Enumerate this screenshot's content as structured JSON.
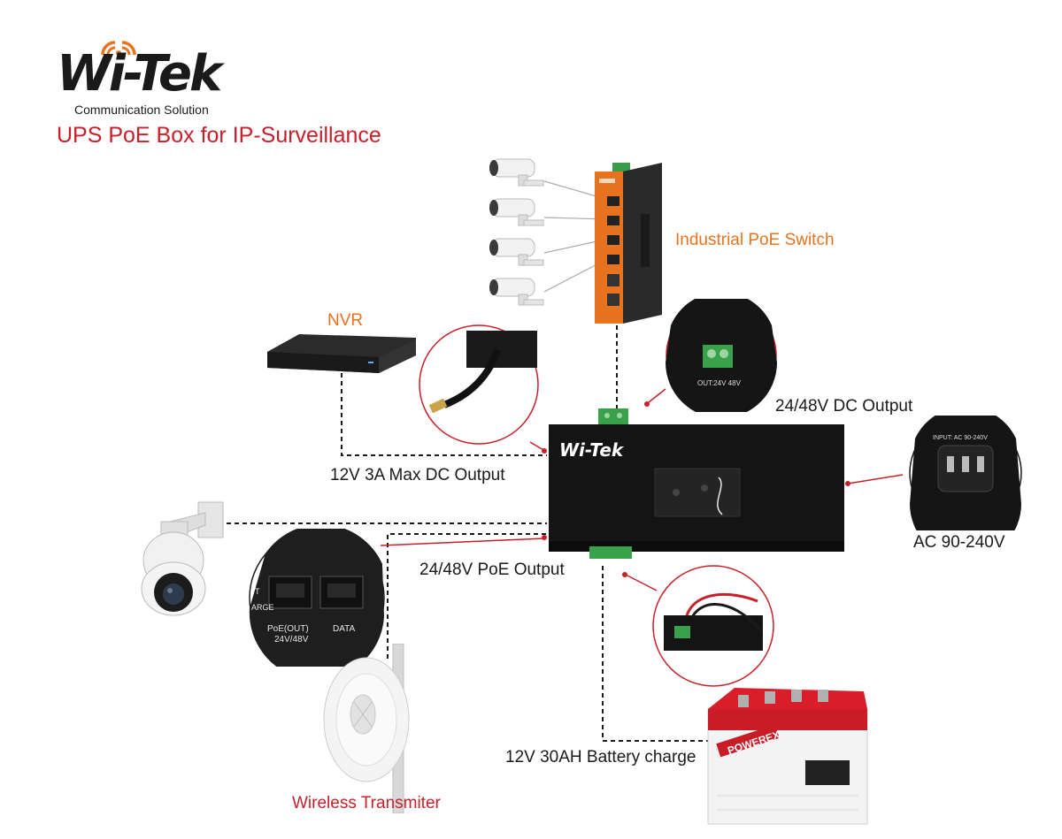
{
  "brand": {
    "logo_text": "Wi-Tek",
    "tagline": "Communication Solution"
  },
  "title": "UPS PoE Box for IP-Surveillance",
  "labels": {
    "industrial_switch": "Industrial PoE Switch",
    "nvr": "NVR",
    "dc_output_24_48": "24/48V DC Output",
    "dc_output_12v": "12V 3A Max DC Output",
    "poe_output": "24/48V PoE Output",
    "ac_input": "AC  90-240V",
    "battery_charge": "12V 30AH Battery charge",
    "wireless_transmitter": "Wireless Transmiter"
  },
  "device_text": {
    "box_logo": "Wi-Tek",
    "input_label": "INPUT: AC 90-240V",
    "out_label": "OUT:24V  48V",
    "poe_port": "PoE(OUT)",
    "poe_volts": "24V/48V",
    "data_port": "DATA",
    "port_left_partial_1": "T",
    "port_left_partial_2": "ARGE",
    "battery_brand": "POWEREX"
  },
  "colors": {
    "accent_red": "#c8202a",
    "accent_orange": "#e8731f",
    "text": "#1a1a1a",
    "box": "#141414"
  }
}
